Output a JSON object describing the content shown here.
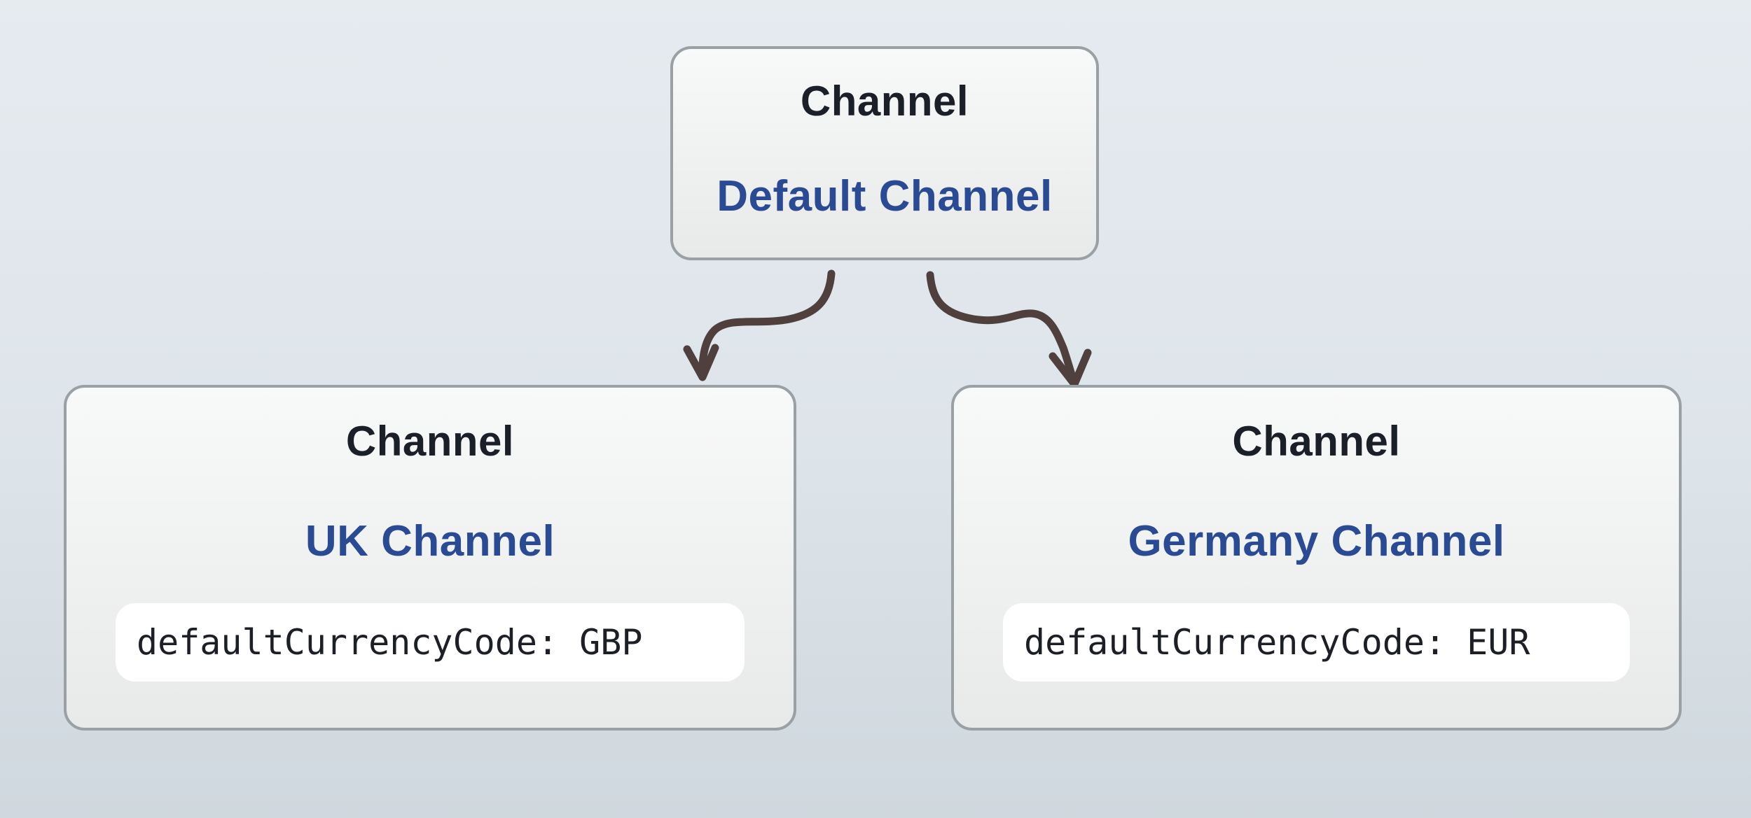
{
  "diagram": {
    "root": {
      "entity": "Channel",
      "name": "Default Channel"
    },
    "children": [
      {
        "entity": "Channel",
        "name": "UK Channel",
        "attribute": "defaultCurrencyCode: GBP"
      },
      {
        "entity": "Channel",
        "name": "Germany Channel",
        "attribute": "defaultCurrencyCode: EUR"
      }
    ]
  },
  "colors": {
    "background_top": "#e6ebf0",
    "background_middle": "#dde4ea",
    "background_bottom": "#cfd8de",
    "node_border": "#9aa1a5",
    "node_fill_top": "#f8f9f9",
    "node_fill_bottom": "#e8e9e9",
    "entity_text": "#1b1f28",
    "name_text": "#2a4b94",
    "arrow": "#4f403e",
    "code_background": "#ffffff",
    "code_text": "#1c1f26"
  }
}
